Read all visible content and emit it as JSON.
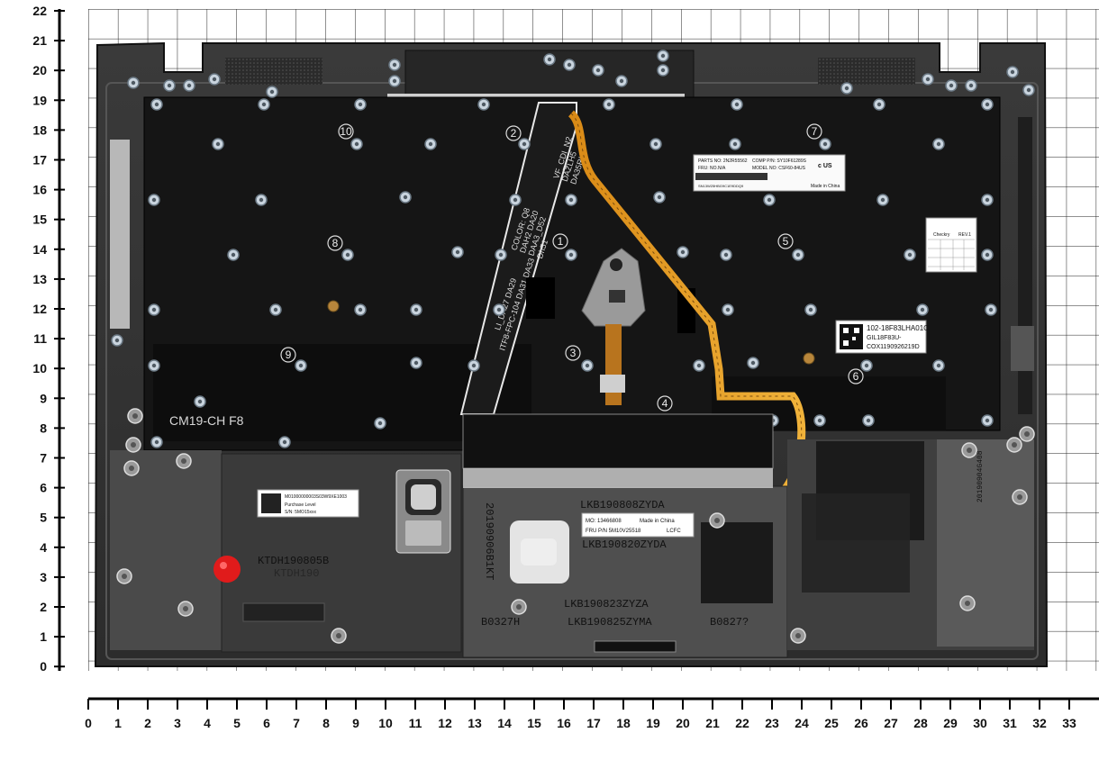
{
  "axes": {
    "x_ticks": [
      "0",
      "1",
      "2",
      "3",
      "4",
      "5",
      "6",
      "7",
      "8",
      "9",
      "10",
      "11",
      "12",
      "13",
      "14",
      "15",
      "16",
      "17",
      "18",
      "19",
      "20",
      "21",
      "22",
      "23",
      "24",
      "25",
      "26",
      "27",
      "28",
      "29",
      "30",
      "31",
      "32",
      "33"
    ],
    "y_ticks": [
      "22",
      "21",
      "20",
      "19",
      "18",
      "17",
      "16",
      "15",
      "14",
      "13",
      "12",
      "11",
      "10",
      "9",
      "8",
      "7",
      "6",
      "5",
      "4",
      "3",
      "2",
      "1",
      "0"
    ]
  },
  "keyboard": {
    "model_label": "CM19-CH  F8",
    "circle_numbers": [
      "1",
      "2",
      "3",
      "4",
      "5",
      "6",
      "7",
      "8",
      "9",
      "10"
    ]
  },
  "fpc_cable": {
    "lines": [
      "VF_CDI_N2",
      "DAZLH5",
      "DA35RH3",
      "COLOR: Q8",
      "DAH2 DA20",
      "DAA3_D52",
      "Dh51",
      "LI_DA27 DA29",
      "ITF8-FPC-104 DA31 DA33"
    ]
  },
  "labels": {
    "parts": {
      "parts_no": "PARTS NO: 2N2R55562",
      "comp": "COMP P/N: SY10F61289S",
      "fru": "FRU: NO.N/A",
      "model": "MODEL NO: CSF60-84US",
      "bottom": "SN13W25HBG9C1E9DDQ9",
      "origin": "Made in China"
    },
    "table": {
      "title": "Checkry",
      "rev": "REV.1"
    },
    "qr_label": {
      "line1": "102-18F83LHA01C",
      "line2": "GIL18F83U-",
      "line3": "COX1190926219D"
    },
    "small_white_label": {
      "line1": "M01000000003S03W9XE1003",
      "line2": "Purchase Level",
      "line3": "S/N: 5MO15xxx"
    },
    "fru_label": {
      "mo": "MO: 13466808",
      "origin": "Made in China",
      "fru": "FRU P/N 5M10V25518",
      "vendor": "LCFC"
    },
    "stamps": {
      "ktdh_a": "KTDH190805B",
      "ktdh_b": "KTDH190",
      "lkb_a": "LKB190808ZYDA",
      "lkb_b": "LKB190820ZYDA",
      "lkb_c": "LKB190823ZYZA",
      "lkb_d": "LKB190825ZYMA",
      "vertical": "20190906B1KT",
      "b_left": "B0327H",
      "b_right": "B0827?",
      "right_vertical": "20190904G408"
    }
  }
}
